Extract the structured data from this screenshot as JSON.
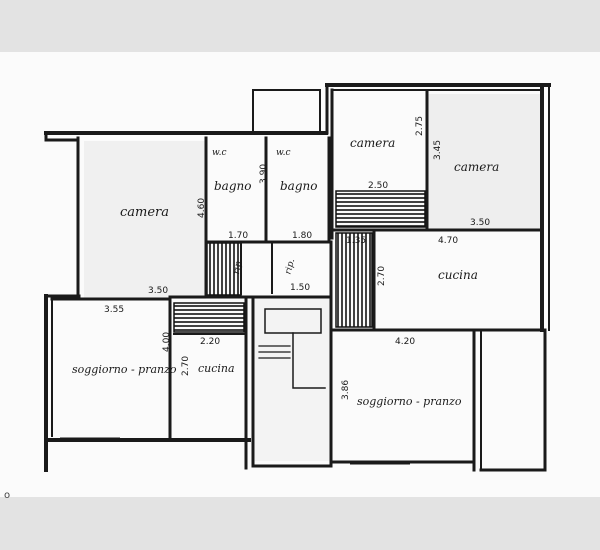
{
  "rooms": {
    "camera_left": "camera",
    "wc_1": "w.c",
    "bagno_1": "bagno",
    "wc_2": "w.c",
    "bagno_2": "bagno",
    "camera_top": "camera",
    "camera_right": "camera",
    "rip_1": "rip.",
    "rip_2": "rip.",
    "cucina_right": "cucina",
    "soggiorno_left": "soggiorno - pranzo",
    "cucina_left": "cucina",
    "soggiorno_right": "soggiorno - pranzo"
  },
  "dimensions": {
    "d1": "4.60",
    "d2": "3.50",
    "d3": "3.55",
    "d4": "3.90",
    "d5": "1.70",
    "d6": "1.80",
    "d7": "2.75",
    "d8": "2.50",
    "d9": "3.45",
    "d10": "3.50",
    "d11": "4.70",
    "d12": "1.35",
    "d13": "2.70",
    "d14": "1.50",
    "d15": "4.00",
    "d16": "2.20",
    "d17": "2.70",
    "d18": "4.20",
    "d19": "3.86"
  },
  "colors": {
    "paper": "#fbfbfb",
    "outer_bg": "#e3e3e3",
    "ink": "#1a1a1a"
  }
}
